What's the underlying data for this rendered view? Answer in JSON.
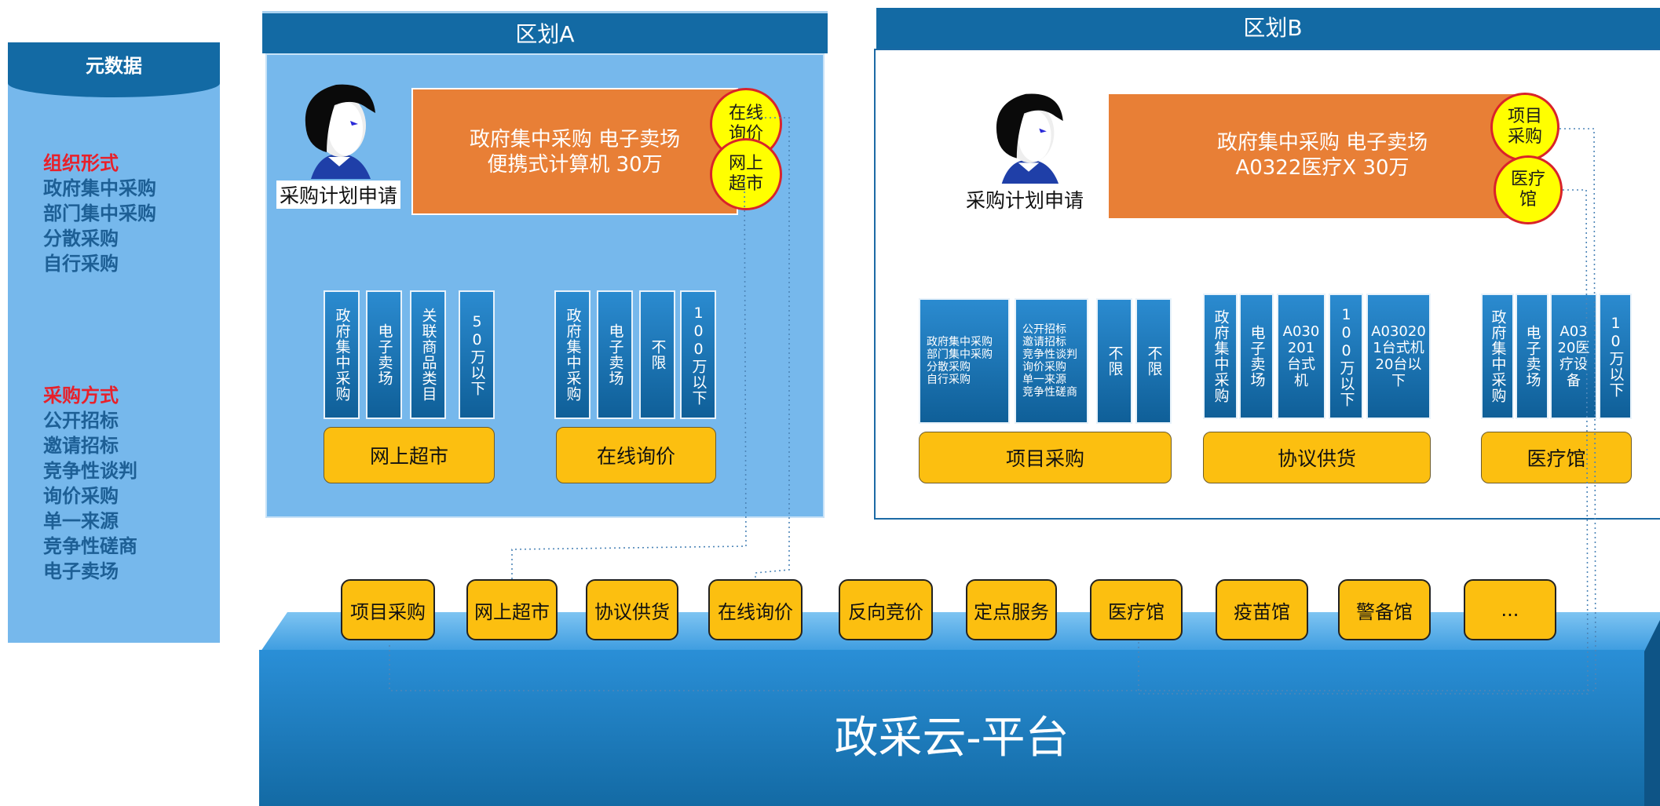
{
  "meta": {
    "title": "元数据",
    "org_form_heading": "组织形式",
    "org_forms": [
      "政府集中采购",
      "部门集中采购",
      "分散采购",
      "自行采购"
    ],
    "method_heading": "采购方式",
    "methods": [
      "公开招标",
      "邀请招标",
      "竞争性谈判",
      "询价采购",
      "单一来源",
      "竞争性磋商",
      "电子卖场"
    ]
  },
  "zone_a": {
    "title": "区划A",
    "person_label": "采购计划申请",
    "plan_line1": "政府集中采购  电子卖场",
    "plan_line2": "便携式计算机  30万",
    "circles": [
      "在线\n询价",
      "网上\n超市"
    ],
    "groups": [
      {
        "label": "网上超市",
        "cols": [
          "政府集中采购",
          "电子卖场",
          "关联商品类目",
          "50万以下"
        ]
      },
      {
        "label": "在线询价",
        "cols": [
          "政府集中采购",
          "电子卖场",
          "不限",
          "100万以下"
        ]
      }
    ]
  },
  "zone_b": {
    "title": "区划B",
    "person_label": "采购计划申请",
    "plan_line1": "政府集中采购  电子卖场",
    "plan_line2": "A0322医疗X  30万",
    "circles": [
      "项目\n采购",
      "医疗\n馆"
    ],
    "groups": [
      {
        "label": "项目采购",
        "cols": [
          "政府集中采购\n部门集中采购\n分散采购\n自行采购",
          "公开招标\n邀请招标\n竞争性谈判\n询价采购\n单一来源\n竞争性磋商",
          "不限",
          "不限"
        ]
      },
      {
        "label": "协议供货",
        "cols": [
          "政府集中采购",
          "电子卖场",
          "A030\n201\n台式\n机",
          "100万以下",
          "A03020\n1台式机\n20台以\n下"
        ]
      },
      {
        "label": "医疗馆",
        "cols": [
          "政府集中采购",
          "电子卖场",
          "A03\n20医\n疗设\n备",
          "10万以下"
        ]
      }
    ]
  },
  "platform": {
    "label": "政采云-平台",
    "tabs": [
      "项目采购",
      "网上超市",
      "协议供货",
      "在线询价",
      "反向竞价",
      "定点服务",
      "医疗馆",
      "疫苗馆",
      "警备馆",
      "..."
    ]
  },
  "colors": {
    "dark_blue": "#136aa4",
    "light_blue": "#76b8ec",
    "orange": "#e87f36",
    "yellow": "#fcbf10",
    "circle_yellow": "#ffff00",
    "heading_red": "#e8202a"
  }
}
